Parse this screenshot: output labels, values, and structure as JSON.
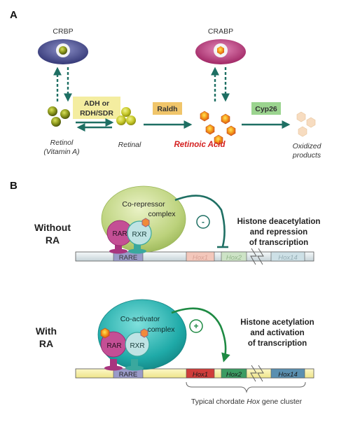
{
  "panel_a": {
    "letter": "A",
    "crbp": "CRBP",
    "crabp": "CRABP",
    "enzyme1": [
      "ADH or",
      "RDH/SDR"
    ],
    "enzyme2": "Raldh",
    "enzyme3": "Cyp26",
    "retinol": [
      "Retinol",
      "(Vitamin A)"
    ],
    "retinal": "Retinal",
    "retinoic_acid": "Retinoic Acid",
    "oxidized": [
      "Oxidized",
      "products"
    ]
  },
  "panel_b": {
    "letter": "B",
    "without_ra": [
      "Without",
      "RA"
    ],
    "with_ra": [
      "With",
      "RA"
    ],
    "corepressor": [
      "Co-repressor",
      "complex"
    ],
    "coactivator": [
      "Co-activator",
      "complex"
    ],
    "rar": "RAR",
    "rxr": "RXR",
    "minus": "-",
    "plus": "+",
    "repression_text": [
      "Histone deacetylation",
      "and repression",
      "of transcription"
    ],
    "activation_text": [
      "Histone acetylation",
      "and activation",
      "of transcription"
    ],
    "rare": "RARE",
    "hox1": "Hox1",
    "hox2": "Hox2",
    "hox14": "Hox14",
    "cluster_caption_parts": [
      "Typical chordate ",
      "Hox",
      " gene cluster"
    ]
  },
  "colors": {
    "teal_arrow": "#1e6f63",
    "green_arrow": "#1e8a43",
    "retinoic_red": "#d42020",
    "crbp_body": "#3a3f7a",
    "crabp_body": "#b0306e",
    "corepressor": "#b9d27a",
    "coactivator": "#1fa8a8"
  }
}
